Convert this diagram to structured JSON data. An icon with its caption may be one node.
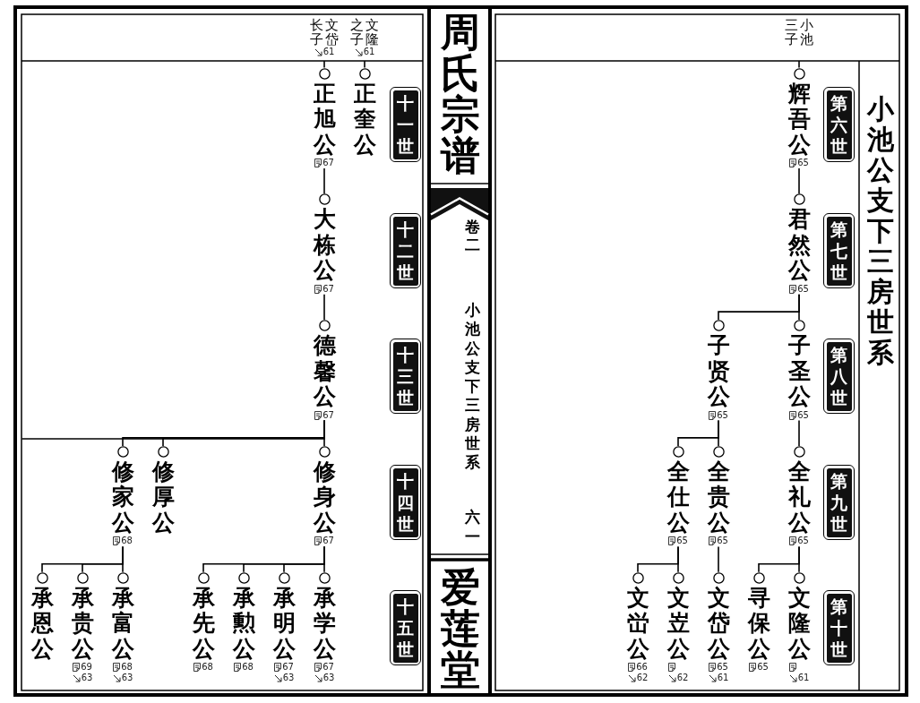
{
  "diagram": {
    "nodes": [
      {
        "text": [
          "小池三子"
        ]
      },
      {
        "text": [
          "第六世"
        ]
      },
      {
        "text": [
          "辉吾公",
          "65"
        ]
      },
      {
        "text": [
          "第七世"
        ]
      },
      {
        "text": [
          "君然公",
          "65"
        ]
      },
      {
        "text": [
          "第八世"
        ]
      },
      {
        "text": [
          "子圣公",
          "65"
        ]
      },
      {
        "text": [
          "子贤公",
          "65"
        ]
      },
      {
        "text": [
          "第九世"
        ]
      },
      {
        "text": [
          "全礼公",
          "65"
        ]
      },
      {
        "text": [
          "全贵公",
          "65"
        ]
      },
      {
        "text": [
          "全仕公",
          "65"
        ]
      },
      {
        "text": [
          "第十世"
        ]
      },
      {
        "text": [
          "文隆公",
          "61"
        ]
      },
      {
        "text": [
          "寻保公",
          "65"
        ]
      },
      {
        "text": [
          "文岱公",
          "65",
          "61"
        ]
      },
      {
        "text": [
          "文岦公",
          "62"
        ]
      },
      {
        "text": [
          "文峃公",
          "66",
          "62"
        ]
      },
      {
        "text": [
          "文隆之子",
          "61"
        ]
      },
      {
        "text": [
          "文岱长子",
          "61"
        ]
      },
      {
        "text": [
          "十一世"
        ]
      },
      {
        "text": [
          "正奎公"
        ]
      },
      {
        "text": [
          "正旭公",
          "67"
        ]
      },
      {
        "text": [
          "十二世"
        ]
      },
      {
        "text": [
          "大栋公",
          "67"
        ]
      },
      {
        "text": [
          "十三世"
        ]
      },
      {
        "text": [
          "德馨公",
          "67"
        ]
      },
      {
        "text": [
          "十四世"
        ]
      },
      {
        "text": [
          "修身公",
          "67"
        ]
      },
      {
        "text": [
          "修厚公"
        ]
      },
      {
        "text": [
          "修家公",
          "68"
        ]
      },
      {
        "text": [
          "十五世"
        ]
      },
      {
        "text": [
          "承学公",
          "67",
          "63"
        ]
      },
      {
        "text": [
          "承明公",
          "67",
          "63"
        ]
      },
      {
        "text": [
          "承勲公",
          "68"
        ]
      },
      {
        "text": [
          "承先公",
          "68"
        ]
      },
      {
        "text": [
          "承富公",
          "68",
          "63"
        ]
      },
      {
        "text": [
          "承贵公",
          "69",
          "63"
        ]
      },
      {
        "text": [
          "承恩公"
        ]
      }
    ],
    "edges": [
      {
        "from": 0,
        "to": 2,
        "arrow": "none"
      },
      {
        "from": 2,
        "to": 4,
        "arrow": "none"
      },
      {
        "from": 4,
        "to": 6,
        "arrow": "none"
      },
      {
        "from": 4,
        "to": 7,
        "arrow": "none"
      },
      {
        "from": 6,
        "to": 9,
        "arrow": "none"
      },
      {
        "from": 7,
        "to": 10,
        "arrow": "none"
      },
      {
        "from": 7,
        "to": 11,
        "arrow": "none"
      },
      {
        "from": 9,
        "to": 13,
        "arrow": "none"
      },
      {
        "from": 9,
        "to": 14,
        "arrow": "none"
      },
      {
        "from": 10,
        "to": 15,
        "arrow": "none"
      },
      {
        "from": 11,
        "to": 16,
        "arrow": "none"
      },
      {
        "from": 11,
        "to": 17,
        "arrow": "none"
      },
      {
        "from": 19,
        "to": 22,
        "arrow": "none"
      },
      {
        "from": 18,
        "to": 21,
        "arrow": "none"
      },
      {
        "from": 22,
        "to": 24,
        "arrow": "none"
      },
      {
        "from": 24,
        "to": 26,
        "arrow": "none"
      },
      {
        "from": 26,
        "to": 28,
        "arrow": "none"
      },
      {
        "from": 26,
        "to": 29,
        "arrow": "none"
      },
      {
        "from": 26,
        "to": 30,
        "arrow": "none"
      },
      {
        "from": 26,
        "to": null,
        "arrow": "none"
      },
      {
        "from": 28,
        "to": 32,
        "arrow": "none"
      },
      {
        "from": 28,
        "to": 33,
        "arrow": "none"
      },
      {
        "from": 28,
        "to": 34,
        "arrow": "none"
      },
      {
        "from": 28,
        "to": 35,
        "arrow": "none"
      },
      {
        "from": 30,
        "to": 36,
        "arrow": "none"
      },
      {
        "from": 30,
        "to": 37,
        "arrow": "none"
      },
      {
        "from": 30,
        "to": 38,
        "arrow": "none"
      }
    ],
    "labels": [
      "小池公支下三房世系",
      "周氏宗谱",
      "卷二",
      "小池公支下三房世系",
      "六一",
      "爱莲堂"
    ]
  }
}
